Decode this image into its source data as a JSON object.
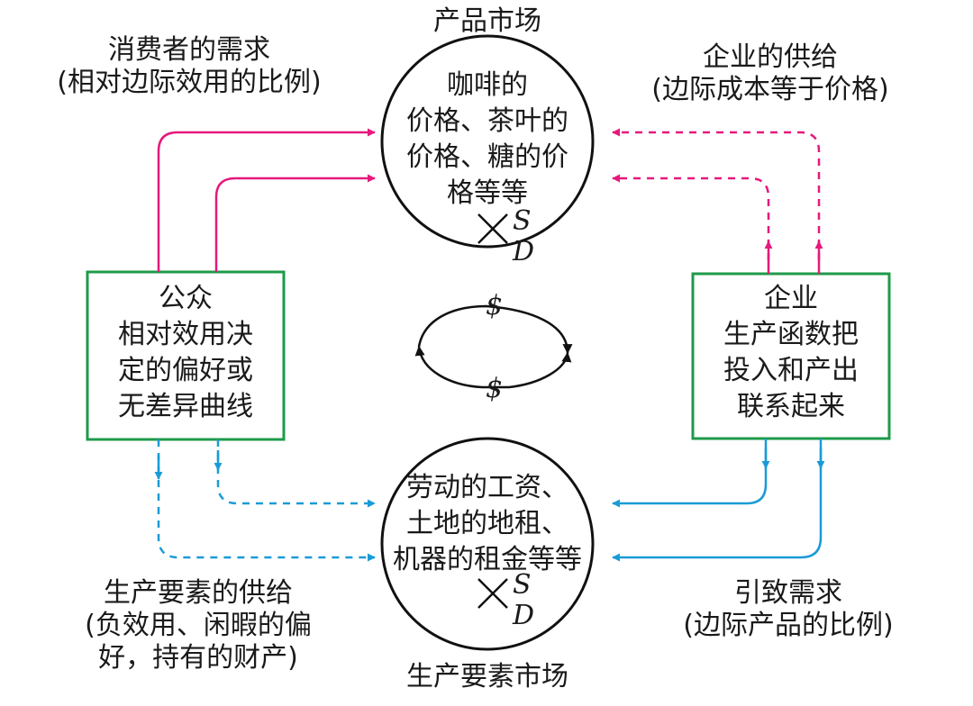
{
  "product_market": {
    "title": "产品市场",
    "text_lines": [
      "咖啡的",
      "价格、茶叶的",
      "价格、糖的价",
      "格等等"
    ],
    "s_label": "S",
    "d_label": "D"
  },
  "factor_market": {
    "title": "生产要素市场",
    "text_lines": [
      "劳动的工资、",
      "土地的地租、",
      "机器的租金等等"
    ],
    "s_label": "S",
    "d_label": "D"
  },
  "public_box": {
    "lines": [
      "公众",
      "相对效用决",
      "定的偏好或",
      "无差异曲线"
    ]
  },
  "business_box": {
    "lines": [
      "企业",
      "生产函数把",
      "投入和产出",
      "联系起来"
    ]
  },
  "labels": {
    "consumer_demand": [
      "消费者的需求",
      "(相对边际效用的比例)"
    ],
    "business_supply": [
      "企业的供给",
      "(边际成本等于价格)"
    ],
    "factor_supply": [
      "生产要素的供给",
      "(负效用、闲暇的偏",
      "好，持有的财产)"
    ],
    "derived_demand": [
      "引致需求",
      "(边际产品的比例)"
    ]
  },
  "money_flow": {
    "top": "$",
    "bottom": "$"
  },
  "colors": {
    "demand_flow": "#e5197d",
    "supply_flow": "#1a9bd7",
    "box_border": "#1f9a4a",
    "circle_border": "#111111"
  }
}
